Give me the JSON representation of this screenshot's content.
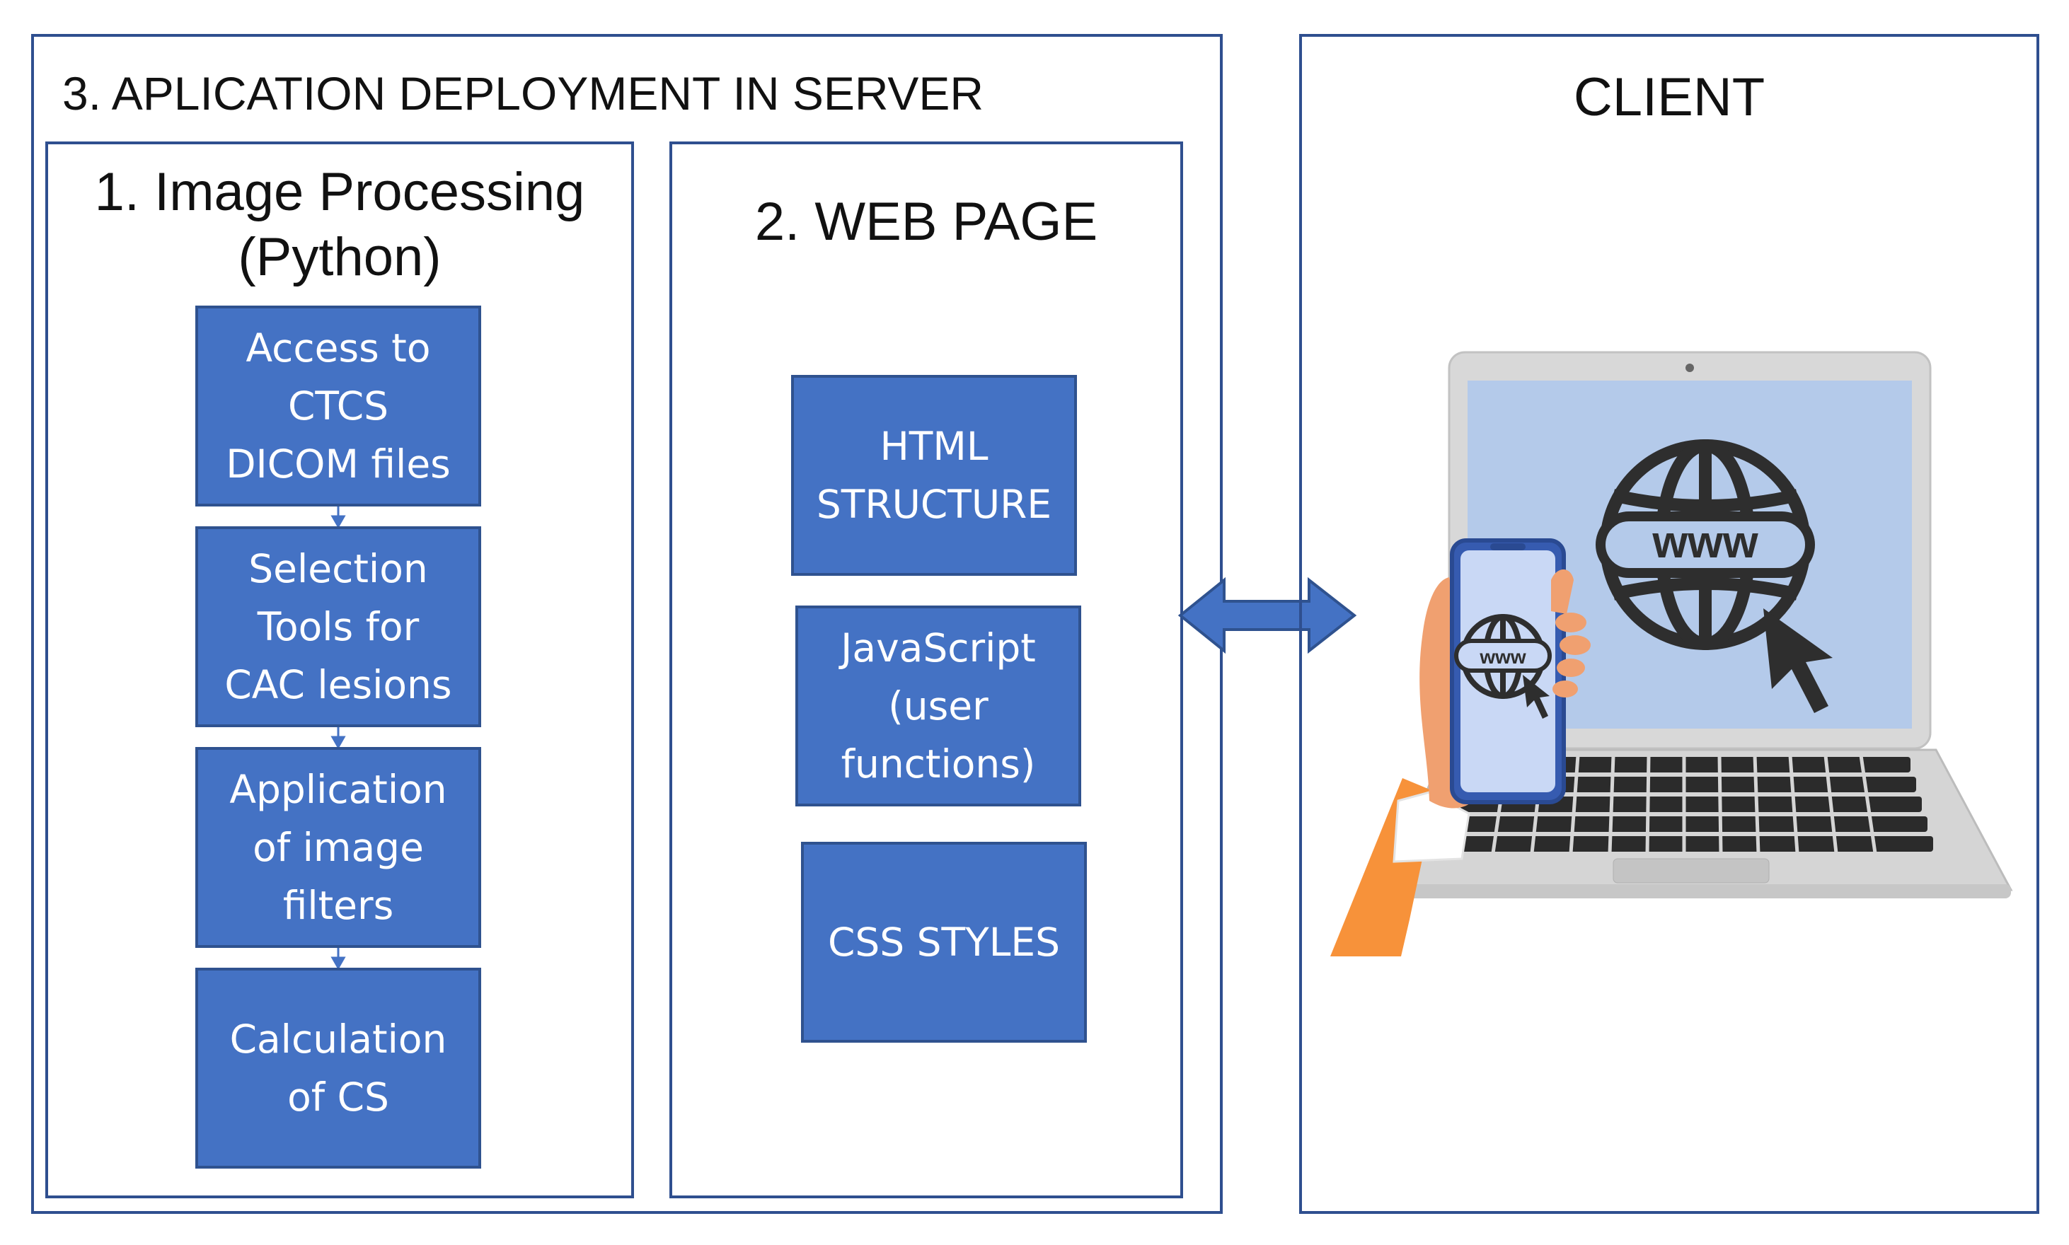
{
  "server": {
    "title": "3. APLICATION DEPLOYMENT IN SERVER",
    "image_processing": {
      "title": "1. Image Processing\n(Python)",
      "steps": [
        "Access to\nCTCS\nDICOM files",
        "Selection\nTools for\nCAC lesions",
        "Application\nof image\nfilters",
        "Calculation\nof CS"
      ]
    },
    "web_page": {
      "title": "2. WEB PAGE",
      "components": [
        "HTML\nSTRUCTURE",
        "JavaScript\n(user\nfunctions)",
        "CSS STYLES"
      ]
    }
  },
  "client": {
    "title": "CLIENT",
    "laptop_screen_text": "www",
    "phone_screen_text": "www"
  },
  "colors": {
    "box_fill": "#4472c4",
    "box_border": "#2f528f",
    "frame_border": "#2f4f8f",
    "arrow": "#4472c4",
    "hand": "#f0a070",
    "sleeve": "#f7923a"
  }
}
